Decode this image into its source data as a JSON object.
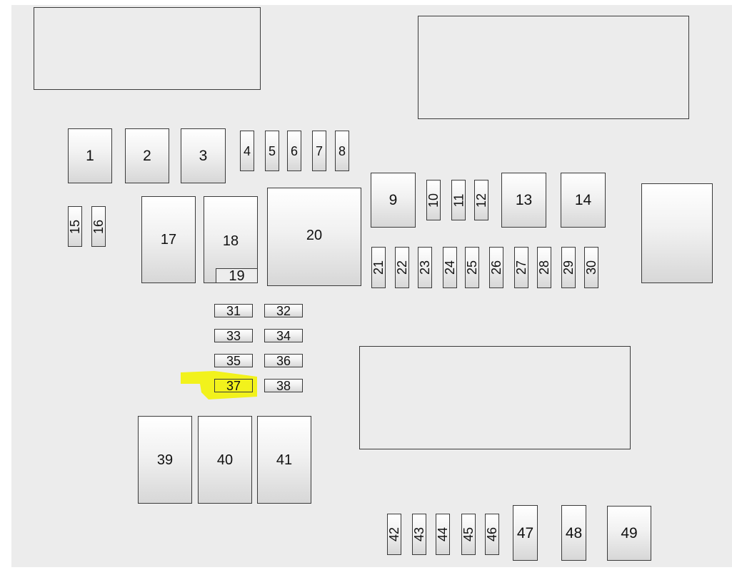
{
  "fuses": {
    "f1": "1",
    "f2": "2",
    "f3": "3",
    "f4": "4",
    "f5": "5",
    "f6": "6",
    "f7": "7",
    "f8": "8",
    "f9": "9",
    "f10": "10",
    "f11": "11",
    "f12": "12",
    "f13": "13",
    "f14": "14",
    "f15": "15",
    "f16": "16",
    "f17": "17",
    "f18": "18",
    "f19": "19",
    "f20": "20",
    "f21": "21",
    "f22": "22",
    "f23": "23",
    "f24": "24",
    "f25": "25",
    "f26": "26",
    "f27": "27",
    "f28": "28",
    "f29": "29",
    "f30": "30",
    "f31": "31",
    "f32": "32",
    "f33": "33",
    "f34": "34",
    "f35": "35",
    "f36": "36",
    "f37": "37",
    "f38": "38",
    "f39": "39",
    "f40": "40",
    "f41": "41",
    "f42": "42",
    "f43": "43",
    "f44": "44",
    "f45": "45",
    "f46": "46",
    "f47": "47",
    "f48": "48",
    "f49": "49"
  },
  "highlighted_fuse": "37",
  "colors": {
    "panel_background": "#ececec",
    "outline": "#3a3a3a",
    "highlight": "#f2f21c"
  }
}
